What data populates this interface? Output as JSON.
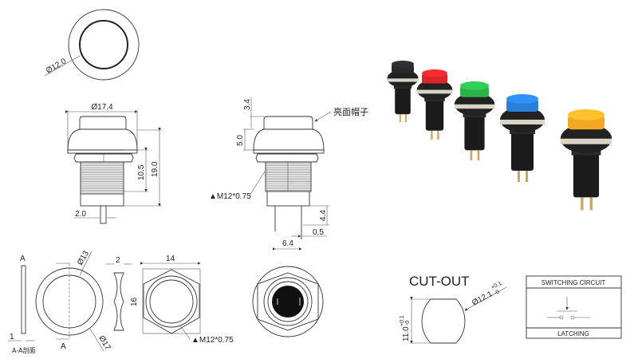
{
  "top_view": {
    "diameter_label": "Ø12.0"
  },
  "front_view": {
    "width_label": "Ø17.4",
    "thread_height_label": "10.5",
    "total_height_label": "19.0",
    "terminal_width_label": "2.0"
  },
  "side_view": {
    "cap_height_label": "3.4",
    "dome_height_label": "5.0",
    "cap_note": "亮面帽子",
    "thread_label": "▲M12*0.75",
    "pin_length_label": "4.4",
    "pin_thickness_label": "0.5",
    "pin_spacing_label": "6.4"
  },
  "washer": {
    "section_marker_top": "A",
    "section_marker_bottom": "A",
    "thickness_label": "1",
    "section_caption": "A-A剖面",
    "inner_diameter_label": "Ø13",
    "outer_diameter_label": "Ø17"
  },
  "nut": {
    "thickness_label": "2",
    "width_label": "14",
    "height_label": "16",
    "thread_label": "▲M12*0.75"
  },
  "cutout": {
    "title": "CUT-OUT",
    "diameter_label": "Ø12.1",
    "diameter_tol_plus": "+0.1",
    "diameter_tol_minus": "-0",
    "flat_label": "11.0",
    "flat_tol_plus": "+0.1",
    "flat_tol_minus": "-0"
  },
  "circuit": {
    "title": "SWITCHING CIRCUIT",
    "type": "LATCHING"
  },
  "product_photo": {
    "cap_colors": [
      "#2a2a2a",
      "#d8262a",
      "#2bb34a",
      "#2a7fd6",
      "#f2a825"
    ]
  }
}
